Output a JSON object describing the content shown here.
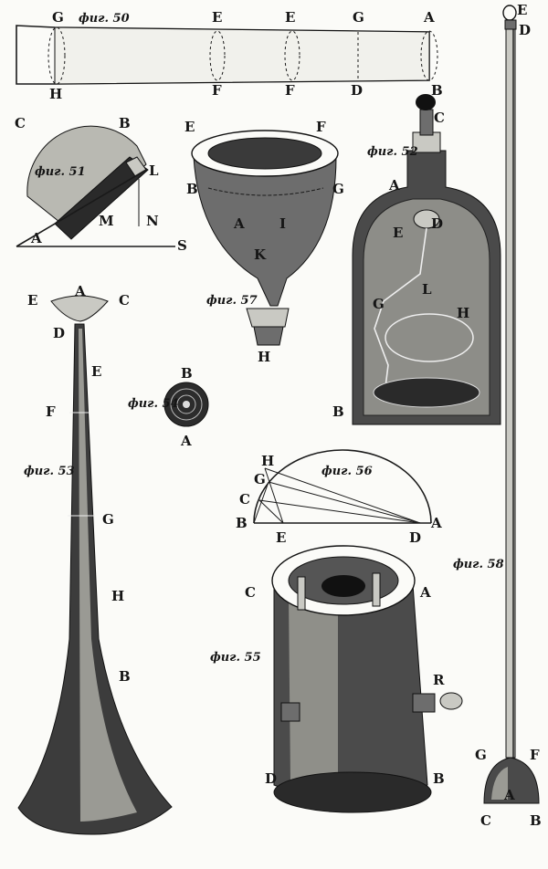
{
  "figures": [
    {
      "id": "fig50",
      "caption": "фиг. 50",
      "letters": [
        "G",
        "E",
        "E",
        "G",
        "A",
        "H",
        "F",
        "F",
        "D",
        "B"
      ]
    },
    {
      "id": "fig51",
      "caption": "фиг. 51",
      "letters": [
        "C",
        "B",
        "L",
        "M",
        "N",
        "A",
        "S"
      ]
    },
    {
      "id": "fig57",
      "caption": "фиг. 57",
      "letters": [
        "E",
        "F",
        "B",
        "G",
        "A",
        "I",
        "K",
        "H"
      ]
    },
    {
      "id": "fig52",
      "caption": "фиг. 52",
      "letters": [
        "C",
        "A",
        "E",
        "D",
        "G",
        "L",
        "H",
        "B"
      ]
    },
    {
      "id": "fig53",
      "caption": "фиг. 53",
      "letters": [
        "E",
        "A",
        "C",
        "D",
        "E",
        "F",
        "G",
        "H",
        "B"
      ]
    },
    {
      "id": "fig54",
      "caption": "фиг. 54",
      "letters": [
        "B",
        "A"
      ]
    },
    {
      "id": "fig56",
      "caption": "фиг. 56",
      "letters": [
        "H",
        "G",
        "C",
        "B",
        "E",
        "D",
        "A"
      ]
    },
    {
      "id": "fig55",
      "caption": "фиг. 55",
      "letters": [
        "C",
        "A",
        "R",
        "D",
        "B"
      ]
    },
    {
      "id": "fig58",
      "caption": "фиг. 58",
      "letters": [
        "E",
        "D",
        "G",
        "F",
        "A",
        "C",
        "B"
      ]
    }
  ]
}
